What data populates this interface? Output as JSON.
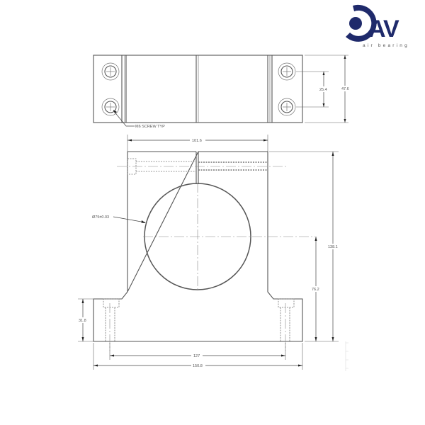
{
  "logo": {
    "letters": "AV",
    "tagline": "air bearing",
    "brand_color": "#1f2a6b"
  },
  "top_view": {
    "callout": "M6 SCREW TYP",
    "dim_hole_spacing": "25.4",
    "dim_height": "47.6"
  },
  "front_view": {
    "dim_top_width": "101.6",
    "dim_bore": "Ø75±0.03",
    "dim_total_height": "138.1",
    "dim_center_height": "76.2",
    "dim_base_height": "31.8",
    "dim_hole_pitch": "127",
    "dim_base_width": "150.8"
  }
}
